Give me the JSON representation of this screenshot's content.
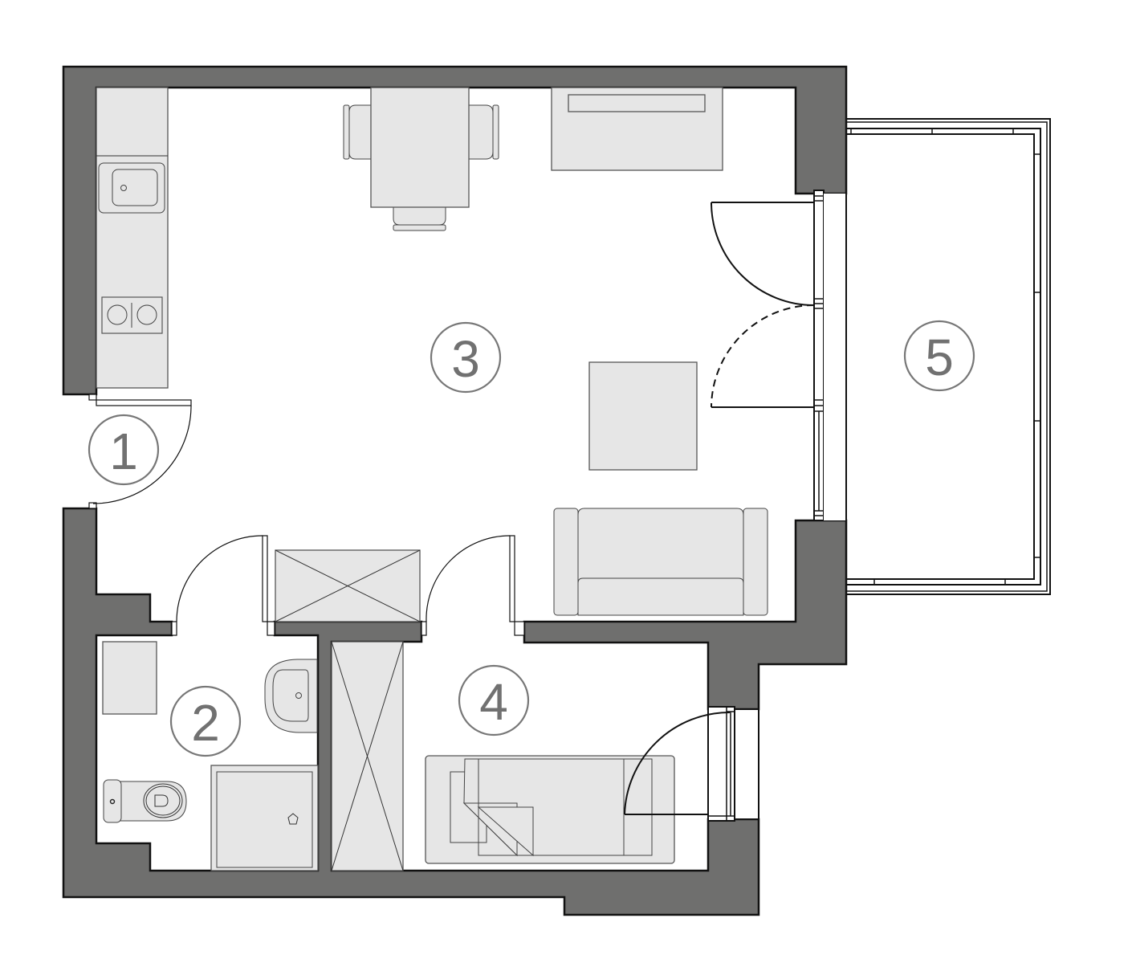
{
  "plan": {
    "type": "apartment-floor-plan",
    "wall_color": "#6f6f6e",
    "furniture_color": "#e6e6e6",
    "label_color": "#717171"
  },
  "rooms": [
    {
      "id": "1",
      "label": "1",
      "role": "entrance-hall"
    },
    {
      "id": "2",
      "label": "2",
      "role": "bathroom"
    },
    {
      "id": "3",
      "label": "3",
      "role": "living-room-with-kitchenette"
    },
    {
      "id": "4",
      "label": "4",
      "role": "bedroom"
    },
    {
      "id": "5",
      "label": "5",
      "role": "balcony"
    }
  ],
  "fixtures": {
    "kitchen": [
      "countertop",
      "sink",
      "two-burner-cooktop"
    ],
    "living": [
      "dining-table",
      "chairs",
      "tv-cabinet",
      "coffee-table",
      "sofa"
    ],
    "bathroom": [
      "washbasin",
      "toilet",
      "shower-tray",
      "washing-machine"
    ],
    "bedroom": [
      "bed",
      "wardrobe"
    ],
    "hall": [
      "wardrobe"
    ]
  }
}
